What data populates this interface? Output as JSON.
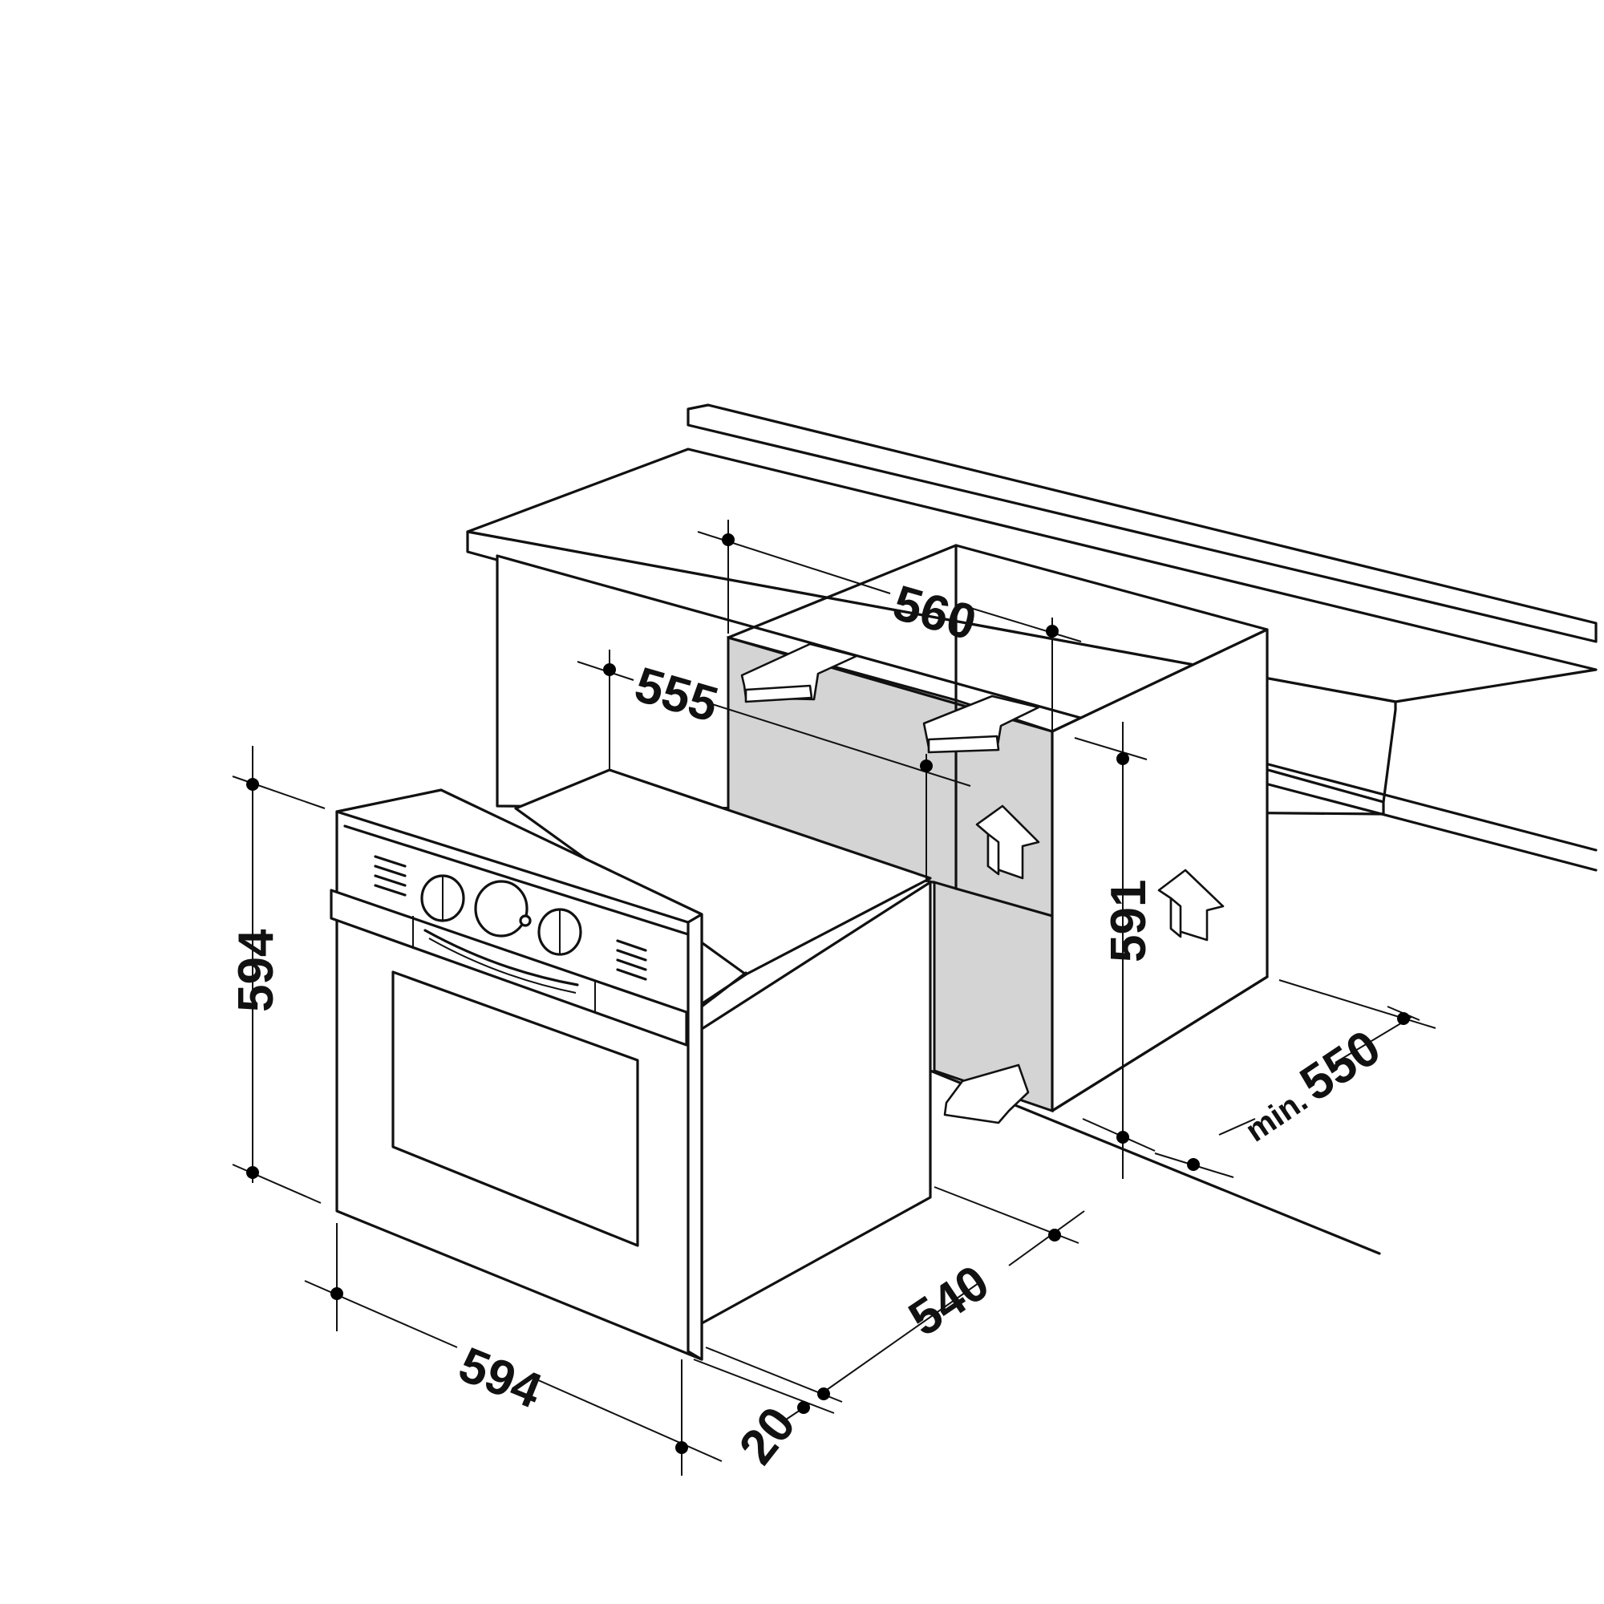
{
  "dimensions": {
    "niche_width": "560",
    "niche_depth": "555",
    "niche_height": "591",
    "cabinet_min_depth_prefix": "min.",
    "cabinet_min_depth": "550",
    "oven_height": "594",
    "oven_width": "594",
    "oven_depth": "540",
    "front_panel_thickness": "20"
  }
}
